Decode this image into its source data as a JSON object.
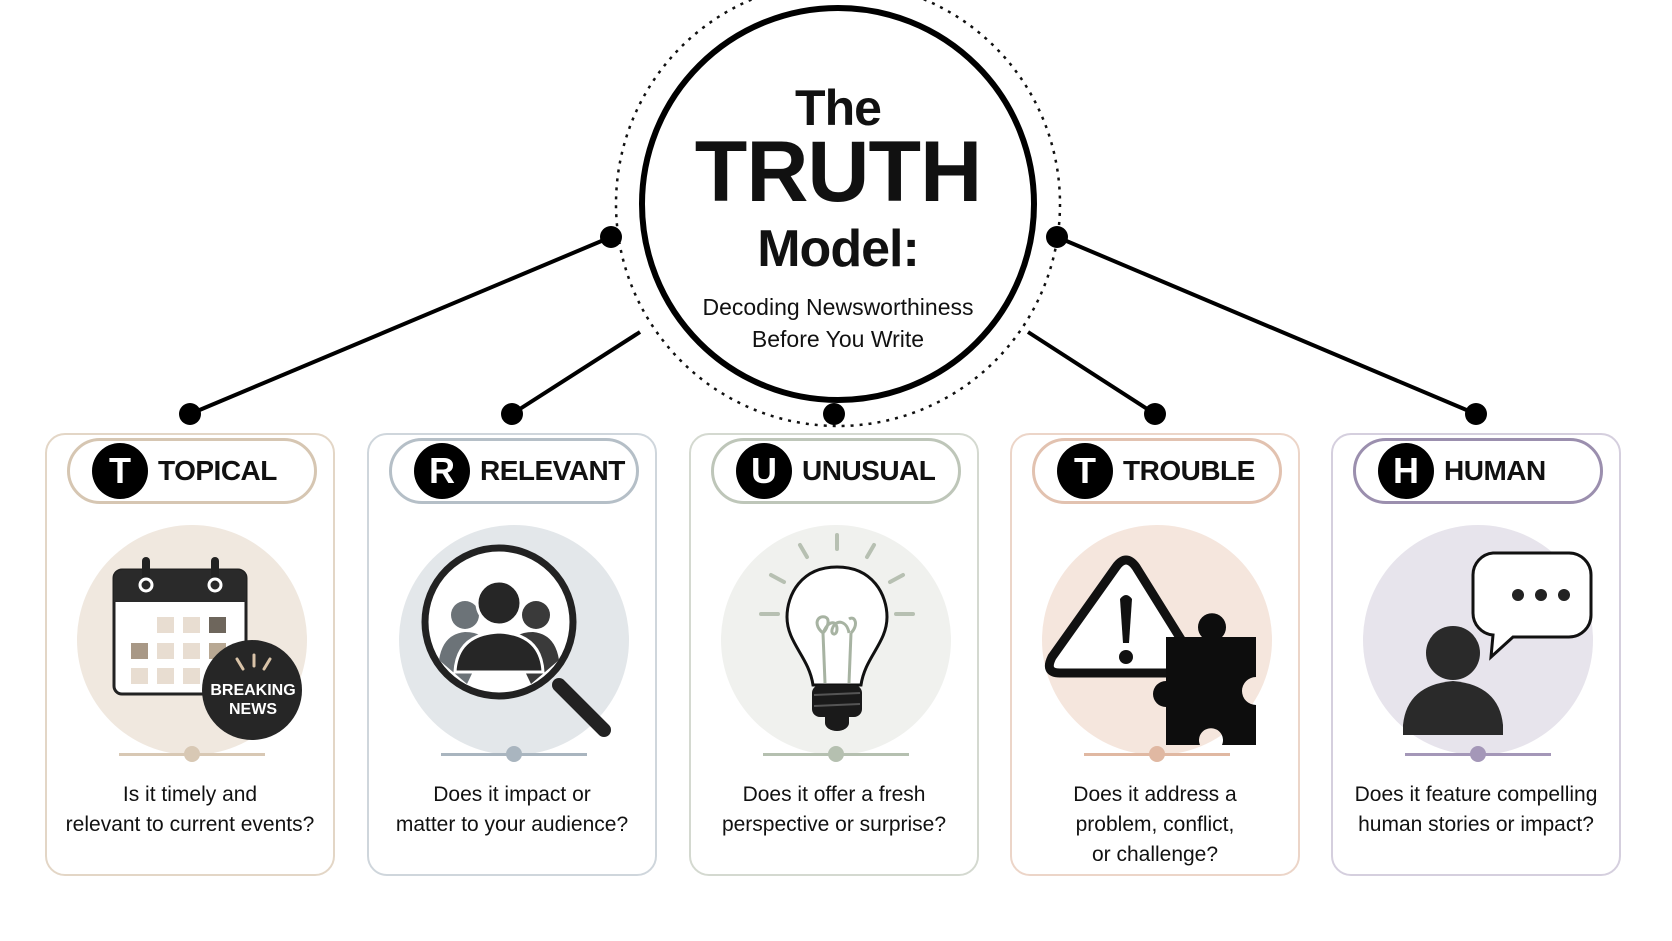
{
  "hub": {
    "title_line1": "The",
    "title_line2": "TRUTH",
    "title_line3": "Model:",
    "subtitle_line1": "Decoding Newsworthiness",
    "subtitle_line2": "Before You Write"
  },
  "cards": [
    {
      "letter": "T",
      "label": "TOPICAL",
      "icon": "calendar-breaking-news-icon",
      "badge_line1": "BREAKING",
      "badge_line2": "NEWS",
      "question": "Is it timely and relevant to current events?",
      "question_lines": [
        "Is it timely and",
        "relevant to current events?"
      ],
      "colors": {
        "border": "#e3d6c6",
        "pill_border": "#d6c6b2",
        "icon_bg": "#f0e8df",
        "slider": "#d8c8b4"
      }
    },
    {
      "letter": "R",
      "label": "RELEVANT",
      "icon": "magnifier-audience-icon",
      "question": "Does it impact or matter to your audience?",
      "question_lines": [
        "Does it impact or",
        "matter to your audience?"
      ],
      "colors": {
        "border": "#cfd6dc",
        "pill_border": "#b5bfc7",
        "icon_bg": "#e3e7ea",
        "slider": "#a9b5bf"
      }
    },
    {
      "letter": "U",
      "label": "UNUSUAL",
      "icon": "lightbulb-icon",
      "question": "Does it offer a fresh perspective or surprise?",
      "question_lines": [
        "Does it offer a fresh",
        "perspective or surprise?"
      ],
      "colors": {
        "border": "#d4d9d0",
        "pill_border": "#bec6b9",
        "icon_bg": "#f0f1ee",
        "slider": "#b5c0b0"
      }
    },
    {
      "letter": "T",
      "label": "TROUBLE",
      "icon": "warning-puzzle-icon",
      "question": "Does it address a problem, conflict, or challenge?",
      "question_lines": [
        "Does it address a",
        "problem, conflict,",
        "or challenge?"
      ],
      "colors": {
        "border": "#ecd5c8",
        "pill_border": "#e2c2b0",
        "icon_bg": "#f5e6dd",
        "slider": "#e0b8a2"
      }
    },
    {
      "letter": "H",
      "label": "HUMAN",
      "icon": "person-speech-bubble-icon",
      "question": "Does it feature compelling human stories or impact?",
      "question_lines": [
        "Does it feature compelling",
        "human stories or impact?"
      ],
      "colors": {
        "border": "#d5cfde",
        "pill_border": "#9b8fae",
        "icon_bg": "#e7e4ec",
        "slider": "#a497b8"
      }
    }
  ]
}
